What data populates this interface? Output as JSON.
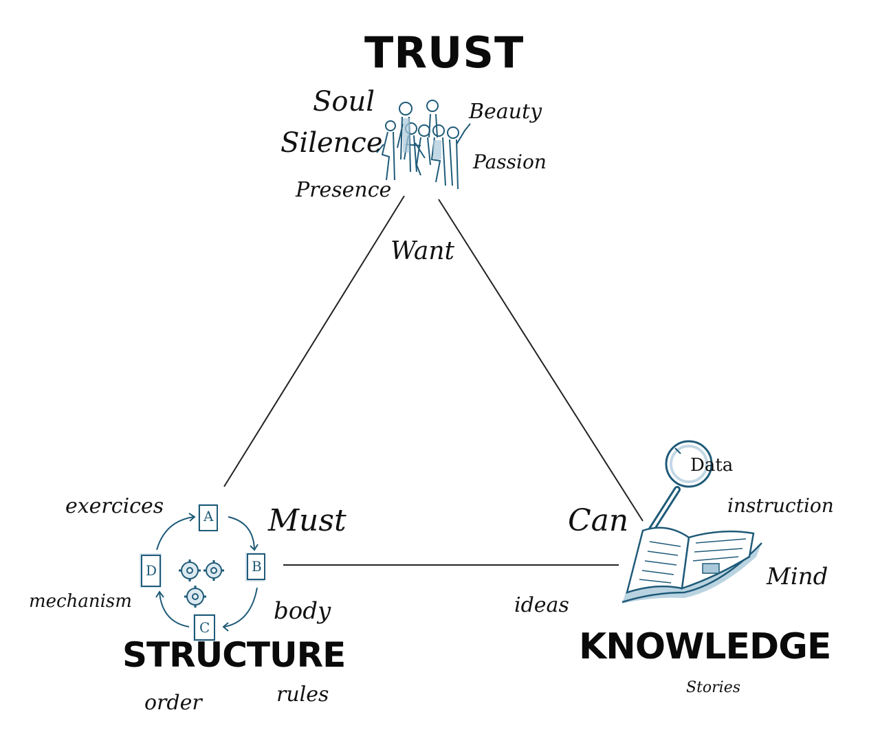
{
  "nodes": {
    "trust": {
      "title": "TRUST",
      "edge_label": "Want",
      "words": [
        "Soul",
        "Silence",
        "Presence",
        "Beauty",
        "Passion"
      ]
    },
    "structure": {
      "title": "STRUCTURE",
      "edge_label": "Must",
      "words": [
        "exercices",
        "mechanism",
        "body",
        "order",
        "rules"
      ],
      "cycle_steps": [
        "A",
        "B",
        "C",
        "D"
      ]
    },
    "knowledge": {
      "title": "KNOWLEDGE",
      "edge_label": "Can",
      "words": [
        "instruction",
        "Mind",
        "ideas",
        "Stories"
      ],
      "magnifier_text": "Data"
    }
  },
  "colors": {
    "line": "#222222",
    "accent": "#1e5a78",
    "accent_light": "#a9c8da"
  }
}
